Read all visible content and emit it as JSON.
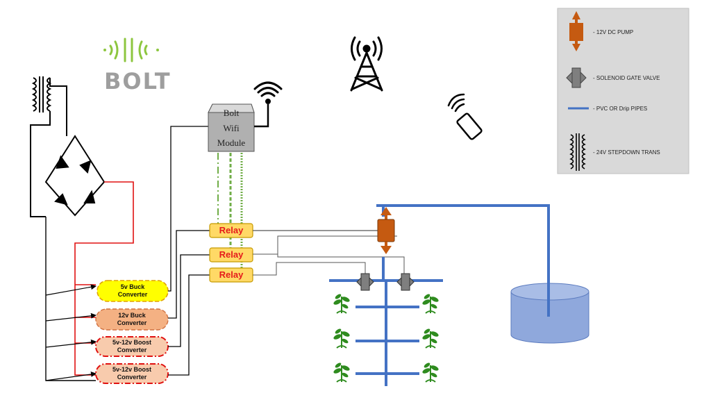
{
  "brand": {
    "name": "BOLT"
  },
  "wifi_module": {
    "line1": "Bolt",
    "line2": "Wifi",
    "line3": "Module"
  },
  "relays": {
    "relay1": "Relay",
    "relay2": "Relay",
    "relay3": "Relay"
  },
  "converters": {
    "c5v_buck": {
      "line1": "5v Buck",
      "line2": "Converter"
    },
    "c12v_buck": {
      "line1": "12v Buck",
      "line2": "Converter"
    },
    "boost1": {
      "line1": "5v-12v Boost",
      "line2": "Converter"
    },
    "boost2": {
      "line1": "5v-12v Boost",
      "line2": "Converter"
    }
  },
  "legend": {
    "pump": "- 12V DC PUMP",
    "valve": "- SOLENOID GATE VALVE",
    "pipes": "- PVC OR Drip PIPES",
    "transformer": "- 24V STEPDOWN TRANS"
  },
  "colors": {
    "pipe": "#4472c4",
    "pump": "#c55a11",
    "valve": "#7f7f7f",
    "relay_fill": "#ffd966",
    "relay_text": "#e51b1b",
    "wire_red": "#e01010",
    "signal_green": "#70ad47",
    "tank": "#8fa8dc",
    "plant": "#2e8b1e",
    "legend_bg": "#d9d9d9"
  },
  "icons": [
    "transformer-icon",
    "bridge-rectifier-icon",
    "wifi-icon",
    "cell-tower-icon",
    "smartphone-signal-icon",
    "bolt-logo-icon",
    "plant-icon",
    "water-tank-icon"
  ]
}
